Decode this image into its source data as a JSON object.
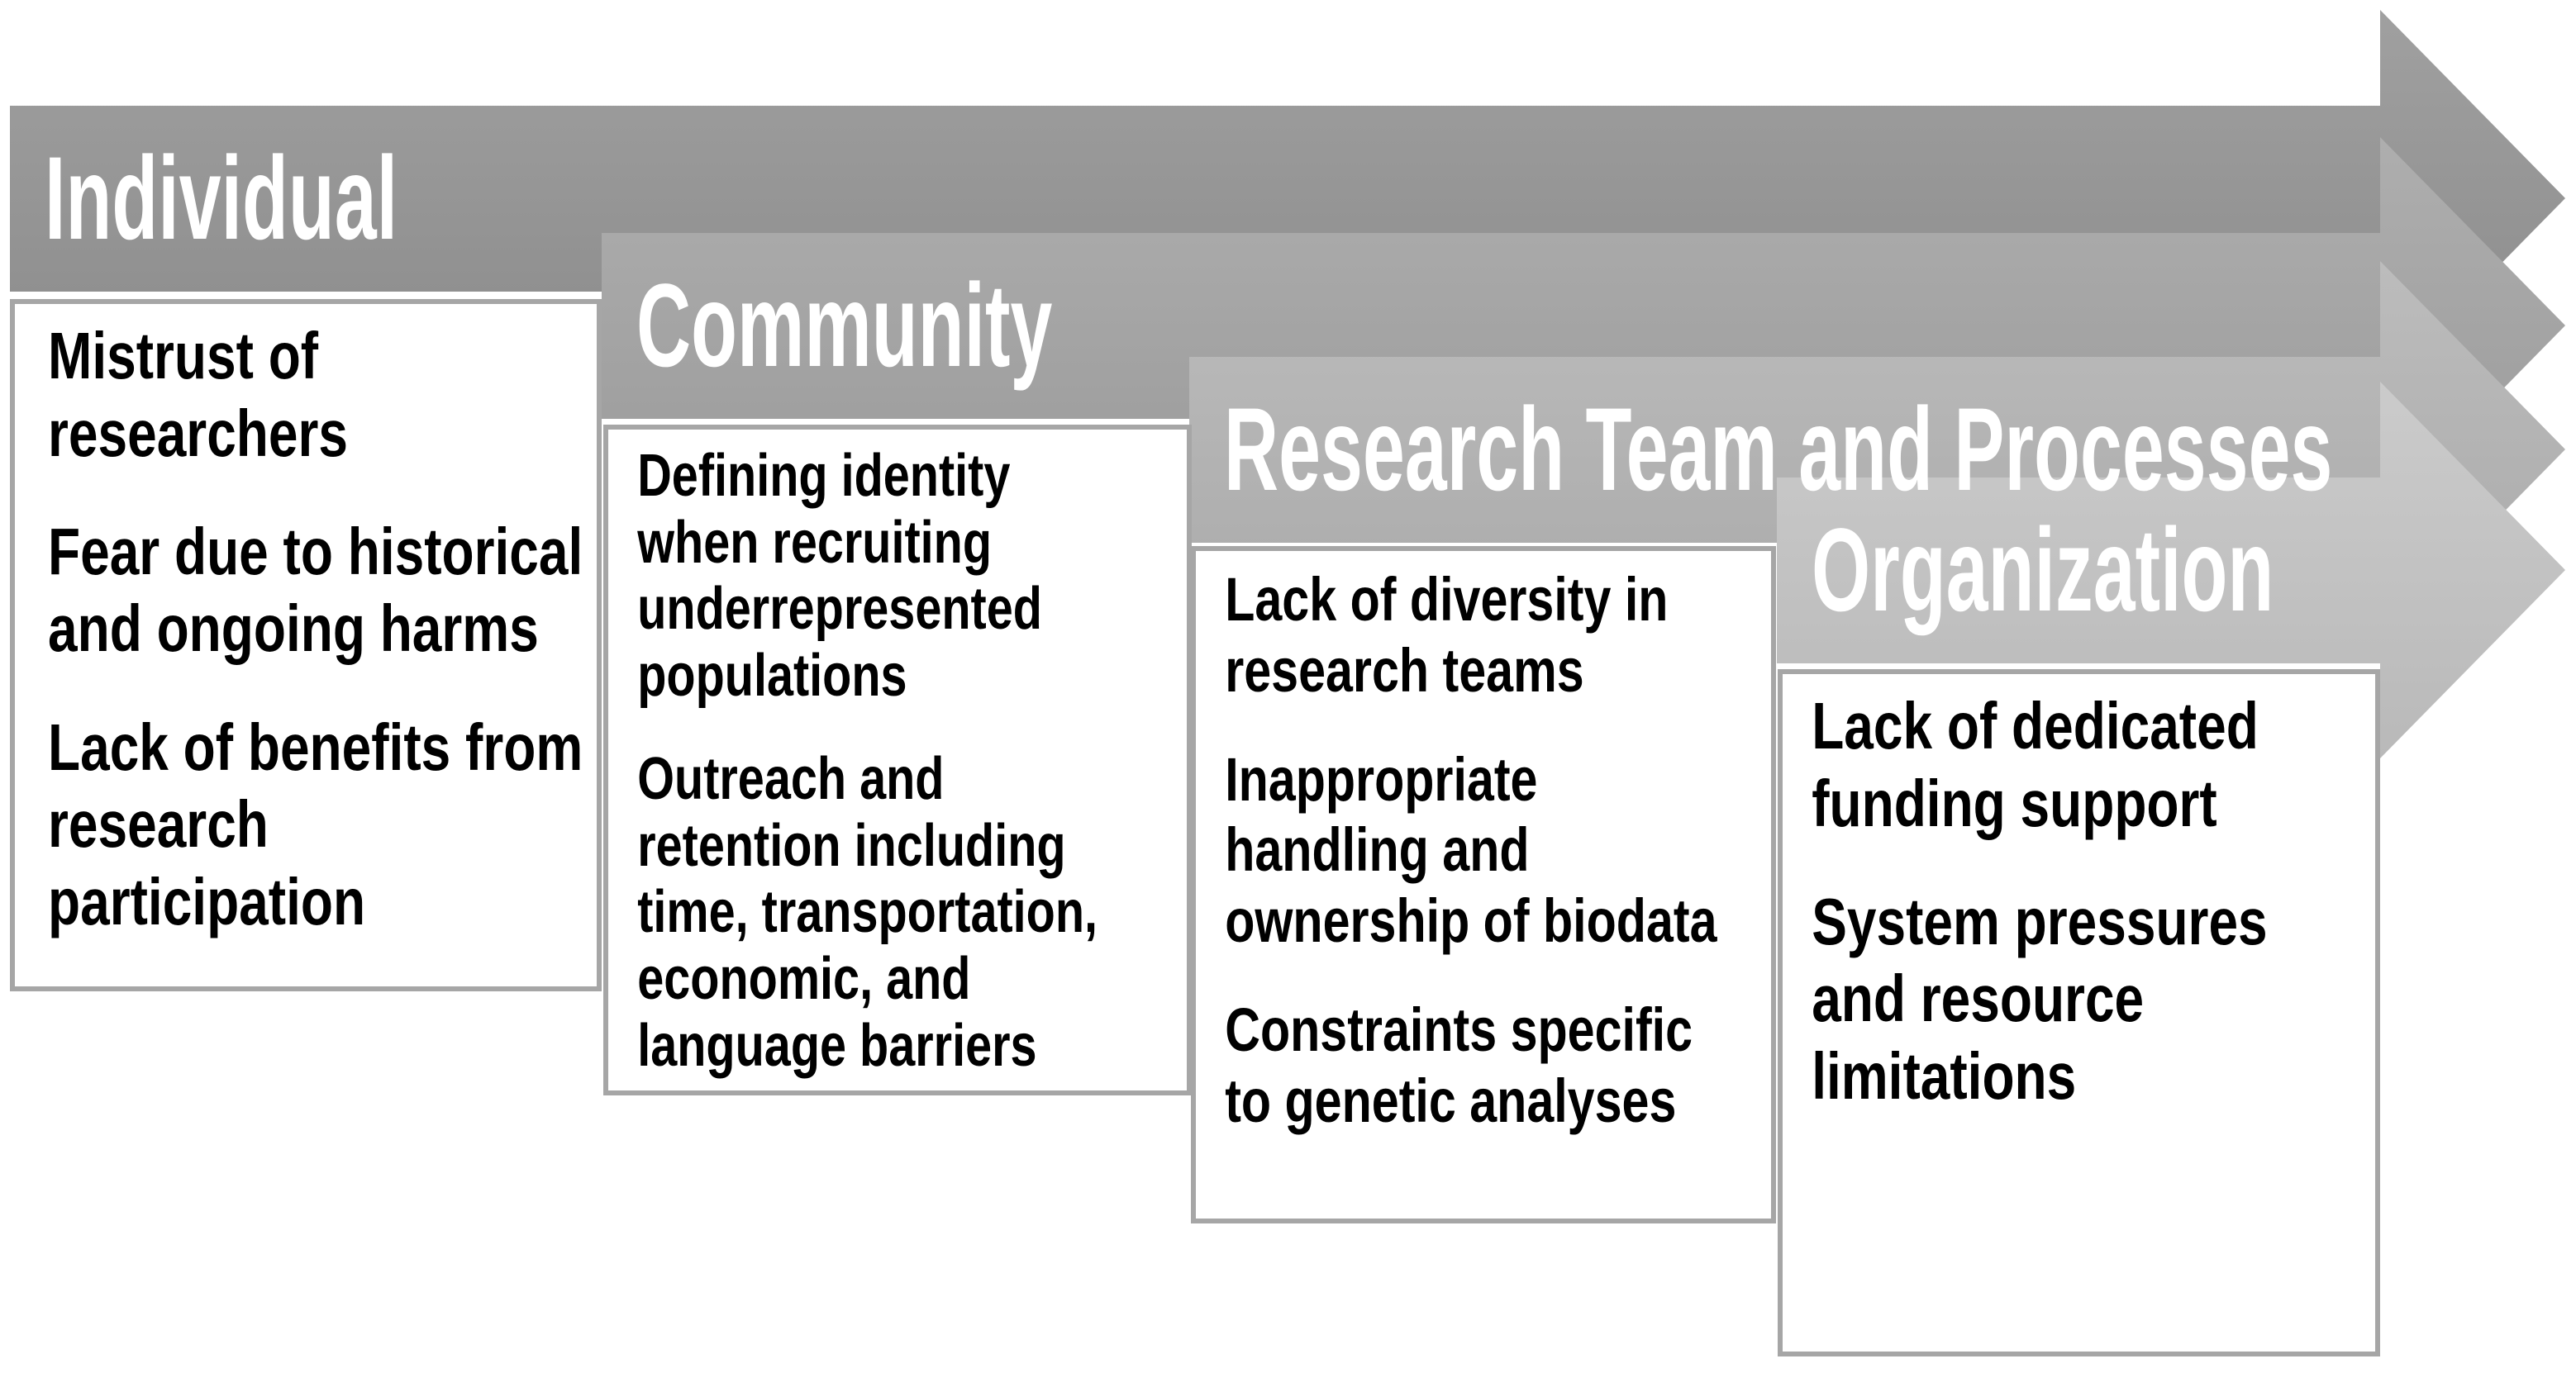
{
  "diagram": {
    "description": "Layered block-arrow diagram of barriers at four levels",
    "arrows": [
      {
        "label": "Individual",
        "color_top": "#a0a0a0",
        "color_bottom": "#8b8b8b",
        "items": [
          "Mistrust of researchers",
          "Fear due to historical and ongoing harms",
          "Lack of benefits from research participation"
        ]
      },
      {
        "label": "Community",
        "color_top": "#aeaeae",
        "color_bottom": "#9b9b9b",
        "items": [
          "Defining identity when recruiting underrepresented populations",
          "Outreach and retention including time, transportation, economic, and language barriers"
        ]
      },
      {
        "label": "Research Team and Processes",
        "color_top": "#bcbcbc",
        "color_bottom": "#aaaaaa",
        "items": [
          "Lack of diversity in research teams",
          "Inappropriate handling and ownership of biodata",
          "Constraints specific to genetic analyses"
        ]
      },
      {
        "label": "Organization",
        "color_top": "#cbcbcb",
        "color_bottom": "#b9b9b9",
        "items": [
          "Lack of dedicated funding support",
          "System pressures and resource limitations"
        ]
      }
    ],
    "styles": {
      "box_background": "#ffffff",
      "box_border": "#a6a6a6",
      "label_text": "#ffffff",
      "item_text": "#000000"
    }
  }
}
